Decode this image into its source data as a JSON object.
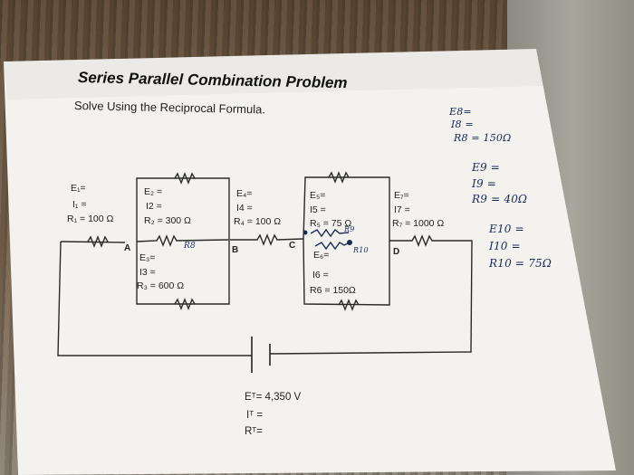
{
  "title": "Series Parallel Combination Problem",
  "subtitle": "Solve Using the Reciprocal Formula.",
  "branches": {
    "r1": {
      "e": "E₁=",
      "i": "I₁ =",
      "r": "R₁ = 100 Ω"
    },
    "r2": {
      "e": "E₂ =",
      "i": "I2 =",
      "r": "R₂ = 300 Ω"
    },
    "r3": {
      "e": "E₃=",
      "i": "I3 =",
      "r": "R₃ = 600 Ω"
    },
    "r4": {
      "e": "E₄=",
      "i": "I4 =",
      "r": "R₄ = 100 Ω"
    },
    "r5": {
      "e": "E₅=",
      "i": "I5 =",
      "r": "R₅ = 75 Ω"
    },
    "r6": {
      "e": "E₆=",
      "i": "I6 =",
      "r": "R6 = 150Ω"
    },
    "r7": {
      "e": "E₇=",
      "i": "I7 =",
      "r": "R₇ = 1000 Ω"
    }
  },
  "nodes": {
    "a": "A",
    "b": "B",
    "c": "C",
    "d": "D"
  },
  "handwritten_tags": {
    "r8": "R8",
    "r9": "R9",
    "r10": "R10"
  },
  "handwritten_notes": {
    "r8": {
      "e": "E8=",
      "i": "I8 =",
      "r": "R8 = 150Ω"
    },
    "r9": {
      "e": "E9 =",
      "i": "I9 =",
      "r": "R9 = 40Ω"
    },
    "r10": {
      "e": "E10 =",
      "i": "I10 =",
      "r": "R10 = 75Ω"
    }
  },
  "totals": {
    "e": "Eᵀ= 4,350 V",
    "i": "Iᵀ =",
    "r": "Rᵀ="
  },
  "colors": {
    "paper": "#f3f2ee",
    "ink": "#222222",
    "pen": "#1c2a55"
  }
}
